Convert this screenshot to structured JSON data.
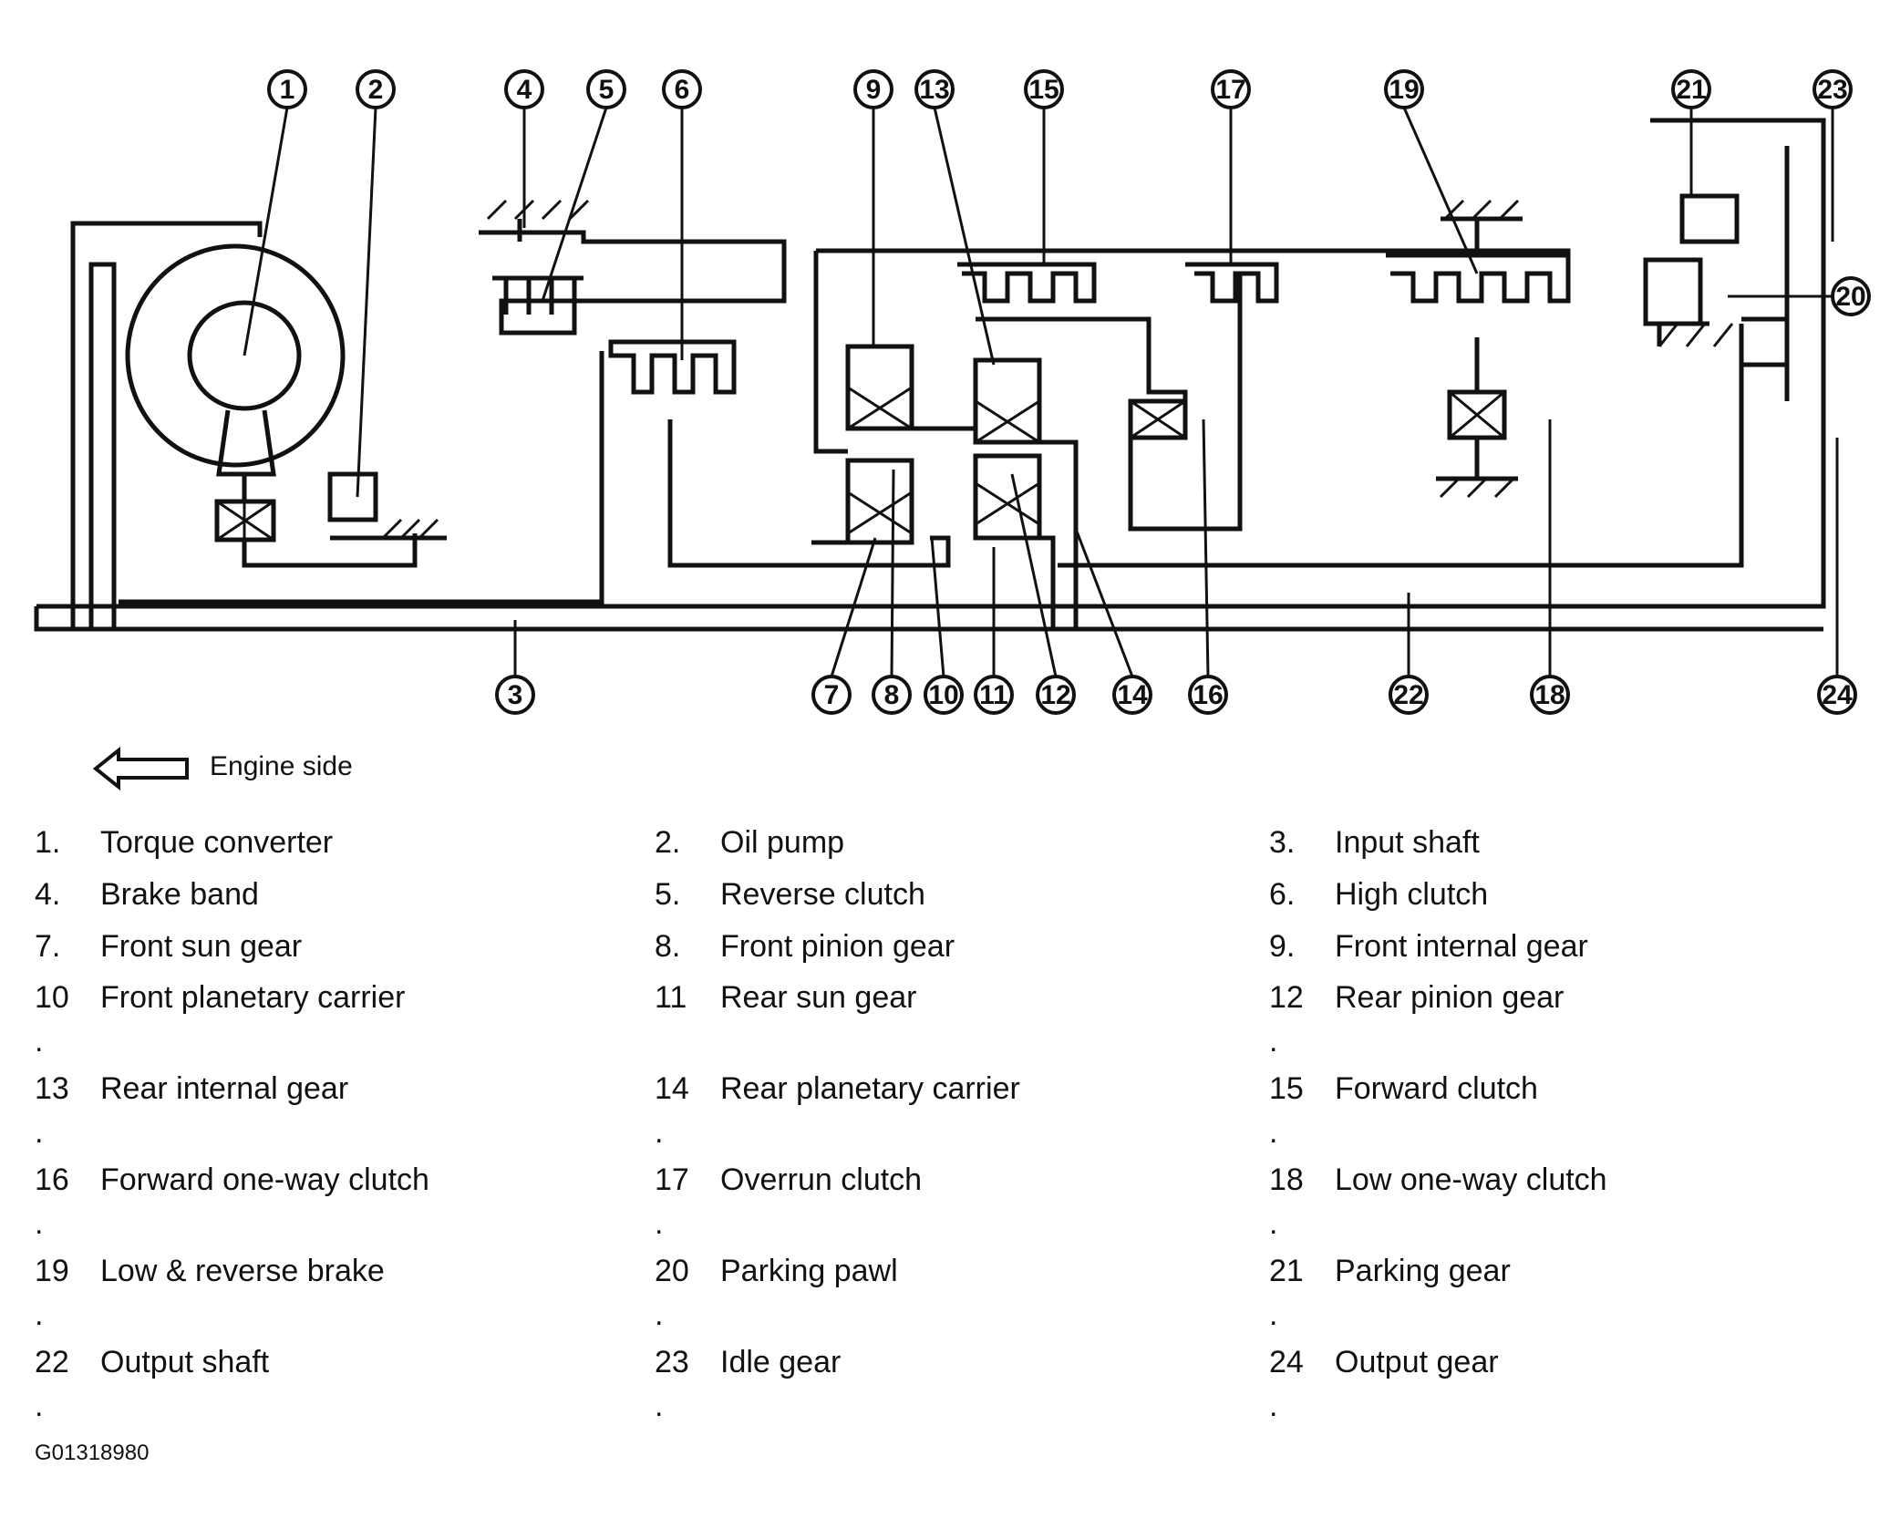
{
  "callouts": [
    "1",
    "2",
    "3",
    "4",
    "5",
    "6",
    "7",
    "8",
    "9",
    "10",
    "11",
    "12",
    "13",
    "14",
    "15",
    "16",
    "17",
    "18",
    "19",
    "20",
    "21",
    "22",
    "23",
    "24"
  ],
  "engine_side": "Engine side",
  "legend": [
    {
      "num": "1.",
      "label": "Torque converter"
    },
    {
      "num": "2.",
      "label": "Oil pump"
    },
    {
      "num": "3.",
      "label": "Input shaft"
    },
    {
      "num": "4.",
      "label": "Brake band"
    },
    {
      "num": "5.",
      "label": "Reverse clutch"
    },
    {
      "num": "6.",
      "label": "High clutch"
    },
    {
      "num": "7.",
      "label": "Front sun gear"
    },
    {
      "num": "8.",
      "label": "Front pinion gear"
    },
    {
      "num": "9.",
      "label": "Front internal gear"
    },
    {
      "num": "10",
      "label": "Front planetary carrier",
      "dot": "."
    },
    {
      "num": "11",
      "label": "Rear sun gear"
    },
    {
      "num": "12",
      "label": "Rear pinion gear",
      "dot": "."
    },
    {
      "num": "13",
      "label": "Rear internal gear",
      "dot": "."
    },
    {
      "num": "14",
      "label": "Rear planetary carrier",
      "dot": "."
    },
    {
      "num": "15",
      "label": "Forward clutch",
      "dot": "."
    },
    {
      "num": "16",
      "label": "Forward one-way clutch",
      "dot": "."
    },
    {
      "num": "17",
      "label": "Overrun clutch",
      "dot": "."
    },
    {
      "num": "18",
      "label": "Low one-way clutch",
      "dot": "."
    },
    {
      "num": "19",
      "label": "Low & reverse brake",
      "dot": "."
    },
    {
      "num": "20",
      "label": "Parking pawl",
      "dot": "."
    },
    {
      "num": "21",
      "label": "Parking gear",
      "dot": "."
    },
    {
      "num": "22",
      "label": "Output shaft",
      "dot": "."
    },
    {
      "num": "23",
      "label": "Idle gear",
      "dot": "."
    },
    {
      "num": "24",
      "label": "Output gear",
      "dot": "."
    }
  ],
  "figure_id": "G01318980"
}
